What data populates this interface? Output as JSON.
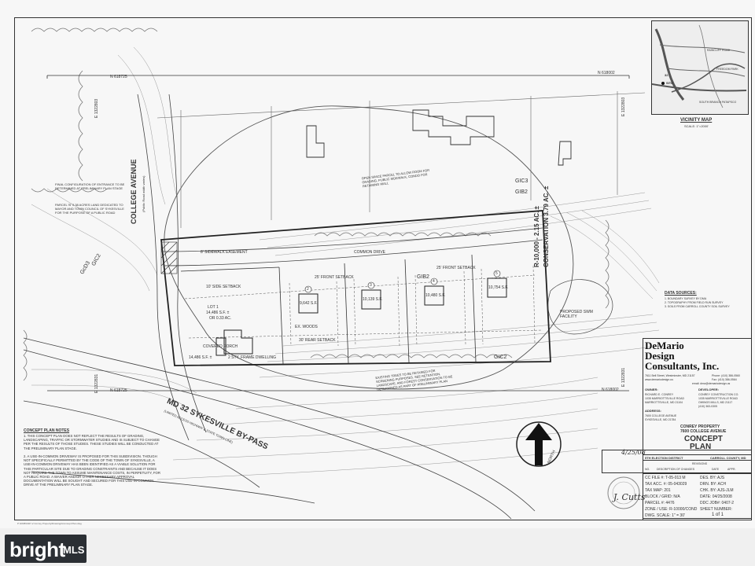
{
  "plan": {
    "streets": {
      "college_avenue": "COLLEGE AVENUE",
      "college_avenue_note": "(Public Road width varies)",
      "bypass": "MD 32 SYKESVILLE BY-PASS",
      "bypass_note": "(LIMITED ACCESS HIGHWAY & STATE TOWN LINE)"
    },
    "lots": [
      {
        "number": "1",
        "area": "14,486 S.F. ±"
      },
      {
        "number": "2",
        "area": "9,642 S.F."
      },
      {
        "number": "3",
        "area": "10,139 S.F."
      },
      {
        "number": "4",
        "area": "10,480 S.F."
      },
      {
        "number": "5",
        "area": "10,754 S.F."
      }
    ],
    "lot1_label": "LOT 1",
    "lot1_alt_area": "OR 0.33 AC.",
    "zoning": "R-10,000 - 2.15 AC. ±",
    "conservation": "CONSERVATION 3.79 AC. ±",
    "setbacks": {
      "front": "25' FRONT SETBACK",
      "side": "10' SIDE SETBACK",
      "rear": "30' REAR SETBACK"
    },
    "easement": "8' SIDEWALK EASEMENT",
    "common_drive": "COMMON DRIVE",
    "ex_woods": "EX. WOODS",
    "covered_porch": "COVERED PORCH",
    "house_label": "2 STY. FRAME DWELLING",
    "swm": "PROPOSED SWM FACILITY",
    "north_arrow_label": "NORTH",
    "coords": {
      "n1": "N 618002",
      "n2": "N 618725",
      "n3": "N 618725",
      "n4": "N 618002",
      "e1": "E 1322803",
      "e2": "E 1322803",
      "e3": "E 1322831",
      "e4": "E 1322831"
    },
    "contours": [
      "GIC3",
      "GIB2",
      "GIC2",
      "GcD3",
      "GIB2",
      "GIC2"
    ],
    "callouts": [
      "FINAL CONFIGURATION OF ENTRANCE TO BE DETERMINED AT PRELIMINARY PLAN STAGE",
      "PARCEL 'B' 0.38 ACRES LAND DEDICATED TO MAYOR AND TOWN COUNCIL OF SYKESVILLE FOR THE PURPOSE OF A PUBLIC ROAD",
      "OPEN SPACE PARCEL TO ALLOW ROOM FOR GRADING, PUBLIC SIDEWALK, CONDO FOR RETAINING WALL",
      "EXISTING TREES TO BE RETAINED FOR SCREENING PURPOSES. SEE RETENTION, LANDSCAPE, AND FOREST CONSERVATION TO BE DETERMINED AS PART OF PRELIMINARY PLAN"
    ]
  },
  "vicinity": {
    "title": "VICINITY MAP",
    "scale": "SCALE: 1\"=2000'",
    "labels": [
      "RAINCLIFF ROAD",
      "FREEDOM PARK",
      "SOUTH BRANCH PATAPSCO",
      "SITE",
      "32"
    ]
  },
  "data_sources": {
    "heading": "DATA SOURCES:",
    "lines": [
      "1. BOUNDARY SURVEY BY DMA",
      "2. TOPOGRAPHY FROM FIELD RUN SURVEY",
      "3. SOILS FROM CARROLL COUNTY SOIL SURVEY"
    ]
  },
  "firm": {
    "line1": "DeMario",
    "line2": "Design",
    "line3": "Consultants, Inc.",
    "address": "7611 Bell Street, Westminster, MD 21157",
    "phone": "Phone: (410) 386-0560",
    "fax": "Fax: (410) 386-0564",
    "web": "www.demariodesign.us",
    "email": "email: dma@demariodesign.us"
  },
  "owner": {
    "heading": "OWNER:",
    "lines": [
      "RICHARD E. CONREY",
      "1035 MARRIOTTSVILLE ROAD",
      "MARRIOTTSVILLE, MD 21104"
    ]
  },
  "developer": {
    "heading": "DEVELOPER:",
    "lines": [
      "CONREY CONSTRUCTION CO.",
      "1035 MARRIOTTSVILLE ROAD",
      "OWINGS MILLS, MD 21117",
      "(410) 363-0305"
    ]
  },
  "address_block": {
    "heading": "ADDRESS:",
    "lines": [
      "7600 COLLEGE AVENUE",
      "SYKESVILLE, MD 21784"
    ]
  },
  "project": {
    "name": "CONREY PROPERTY",
    "address": "7600 COLLEGE AVENUE",
    "title1": "CONCEPT",
    "title2": "PLAN",
    "district": "5TH ELECTION DISTRICT",
    "county": "CARROLL COUNTY, MD"
  },
  "revision": {
    "label": "REVISIONS",
    "headers": [
      "NO.",
      "DESCRIPTION OF CHANGES",
      "DATE",
      "APPR."
    ]
  },
  "info_rows": [
    {
      "left": "CC FILE #: T-05-013 M",
      "right": "DES. BY: AJS"
    },
    {
      "left": "TAX ACC. #: 05-043029",
      "right": "DRN. BY: ACH"
    },
    {
      "left": "TAX MAP: 201",
      "right": "CHK. BY: AJS-JLM"
    },
    {
      "left": "BLOCK / GRID: N/A",
      "right": "DATE: 04/25/2008"
    },
    {
      "left": "PARCEL #: 4476",
      "right": "DDC JOB#: 0407-2"
    },
    {
      "left": "ZONE / USE: R-10000/COND",
      "right": "SHEET NUMBER:"
    },
    {
      "left": "DWG. SCALE: 1\" = 30'",
      "right": "1   of 1"
    }
  ],
  "signature_date": "4/25/08",
  "signature": "J. Cutts",
  "notes": {
    "heading": "CONCEPT PLAN NOTES",
    "items": [
      "1. THIS CONCEPT PLAN DOES NOT REFLECT THE RESULTS OF GRADING, LANDSCAPING, TRAFFIC OR STORMWATER STUDIES AND IS SUBJECT TO CHANGE PER THE RESULTS OF THOSE STUDIES. THESE STUDIES WILL BE CONDUCTED AT THE PRELIMINARY PLAN STAGE.",
      "2. A USE-IN-COMMON DRIVEWAY IS PROPOSED FOR THIS SUBDIVISION. THOUGH NOT SPECIFICALLY PERMITTED BY THE CODE OF THE TOWN OF SYKESVILLE, A USE-IN-COMMON DRIVEWAY HAS BEEN IDENTIFIED AS A VIABLE SOLUTION FOR THIS PARTICULAR SITE DUE TO GRADING CONSTRAINTS AND BECAUSE IT DOES NOT REQUIRE THE TOWN TO ASSUME MAINTENANCE COSTS, IN PERPETUITY, FOR A PUBLIC ROAD. A WAIVER AND/OR OTHER NECESSARY APPROVAL DOCUMENTATION WILL BE SOUGHT AND SECURED FOR THIS USE-IN-COMMON DRIVE AT THE PRELIMINARY PLAN STAGE."
    ]
  },
  "file_path": "P:\\2008\\0407-2 Conrey Property\\Drawings\\Concept Plan.dwg",
  "watermark": {
    "brand": "bright",
    "suffix": "MLS"
  },
  "colors": {
    "line": "#333333",
    "paper": "#f7f7f7",
    "badge": "#2b2f34"
  }
}
